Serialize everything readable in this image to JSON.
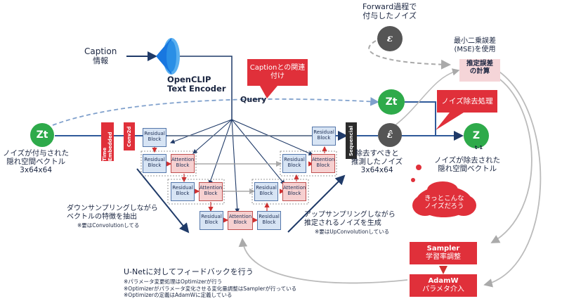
{
  "caption_info": [
    "Caption",
    "情報"
  ],
  "encoder_label": [
    "OpenCLIP",
    "Text Encoder"
  ],
  "caption_relation": "Captionとの関連付け",
  "query_label": "Query",
  "forward_noise": [
    "Forward過程で",
    "付与したノイズ"
  ],
  "epsilon_symbol": "ε",
  "epsilon_hat_symbol": "ε̂",
  "mse_label": [
    "最小二乗誤差",
    "(MSE)を使用"
  ],
  "error_calc": [
    "推定誤差",
    "の計算"
  ],
  "zt_left": "Zt",
  "zt_right": "Zt",
  "z_out": "Z",
  "z_out_sub": "t-1",
  "noise_removal": "ノイズ除去処理",
  "input_desc": [
    "ノイズが付与された",
    "隠れ空間ベクトル",
    "3x64x64"
  ],
  "est_noise_desc": [
    "除去すべきと",
    "推測したノイズ",
    "3x64x64"
  ],
  "output_desc": [
    "ノイズが除去された",
    "隠れ空間ベクトル"
  ],
  "cloud_text": [
    "きっとこんな",
    "ノイズだろう"
  ],
  "time_embedded": "Time Embedded",
  "conv2d": "Conv2d",
  "sequencial": "Sequencial",
  "residual_block": [
    "Residual",
    "Block"
  ],
  "attention_block": [
    "Attention",
    "Block"
  ],
  "downsampling_desc": [
    "ダウンサンプリングしながら",
    "ベクトルの特徴を抽出",
    "※要はConvolutionしてる"
  ],
  "upsampling_desc": [
    "アップサンプリングしながら",
    "推定されるノイズを生成",
    "※要はUpConvolutionしている"
  ],
  "unet_feedback": "U-Netに対してフィードバックを行う",
  "unet_notes": [
    "※パラメータ変更処理はOptimizerが行う",
    "※Optimizerがパラメータ変化させる変化量調整はSamplerが行っている",
    "※Optimizerの定義はAdamWに定義している"
  ],
  "sampler_box": [
    "Sampler",
    "学習率調整"
  ],
  "adamw_box": [
    "AdamW",
    "パラメタ介入"
  ],
  "colors": {
    "green": "#2eaa4a",
    "red": "#e0303a",
    "navy": "#1f3a68",
    "blue_line": "#2f5a9a",
    "gray": "#555555"
  }
}
